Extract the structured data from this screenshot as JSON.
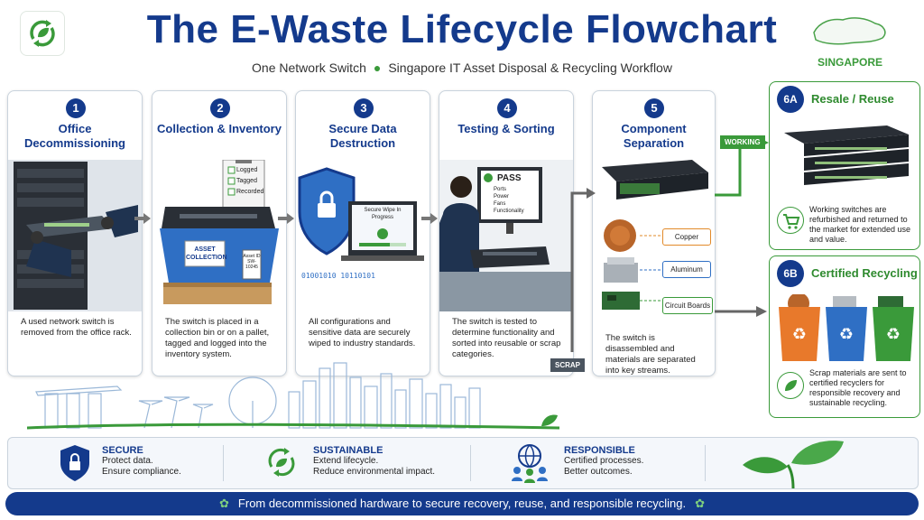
{
  "header": {
    "title": "The E-Waste Lifecycle Flowchart",
    "subtitle_left": "One Network Switch",
    "subtitle_right": "Singapore IT Asset Disposal & Recycling Workflow",
    "region": "SINGAPORE"
  },
  "steps": [
    {
      "num": "1",
      "title": "Office Decommissioning",
      "desc": "A used network switch is removed from the office rack."
    },
    {
      "num": "2",
      "title": "Collection & Inventory",
      "desc": "The switch is placed in a collection bin or on a pallet, tagged and logged into the inventory system.",
      "checklist": [
        "Logged",
        "Tagged",
        "Recorded"
      ],
      "bin_label": "ASSET COLLECTION",
      "asset_tag": "Asset ID SW-10245"
    },
    {
      "num": "3",
      "title": "Secure Data Destruction",
      "desc": "All configurations and sensitive data are securely wiped to industry standards.",
      "screen_text": "Secure Wipe In Progress",
      "binary": "01001010 10110101"
    },
    {
      "num": "4",
      "title": "Testing & Sorting",
      "desc": "The switch is tested to determine functionality and sorted into reusable or scrap categories.",
      "pass_label": "PASS",
      "checks": [
        "Ports",
        "Power",
        "Fans",
        "Functionality"
      ]
    },
    {
      "num": "5",
      "title": "Component Separation",
      "desc": "The switch is disassembled and materials are separated into key streams.",
      "streams": [
        "Copper",
        "Aluminum",
        "Circuit Boards"
      ]
    }
  ],
  "flow_tags": {
    "working": "WORKING",
    "scrap": "SCRAP"
  },
  "outcomes": [
    {
      "num": "6A",
      "title": "Resale / Reuse",
      "desc": "Working switches are refurbished and returned to the market for extended use and value."
    },
    {
      "num": "6B",
      "title": "Certified Recycling",
      "desc": "Scrap materials are sent to certified recyclers for responsible recovery and sustainable recycling."
    }
  ],
  "values": [
    {
      "title": "SECURE",
      "line1": "Protect data.",
      "line2": "Ensure compliance.",
      "icon": "shield-lock-icon"
    },
    {
      "title": "SUSTAINABLE",
      "line1": "Extend lifecycle.",
      "line2": "Reduce environmental impact.",
      "icon": "recycle-leaf-icon"
    },
    {
      "title": "RESPONSIBLE",
      "line1": "Certified processes.",
      "line2": "Better outcomes.",
      "icon": "people-globe-icon"
    }
  ],
  "footer": {
    "text": "From decommissioned hardware to secure recovery, reuse, and responsible recycling."
  },
  "colors": {
    "navy": "#143a8c",
    "green": "#3a9a3a",
    "orange": "#e28a2a",
    "bin_orange": "#e8792b",
    "bin_blue": "#2f6fc4",
    "bin_green": "#3a9a3a"
  }
}
